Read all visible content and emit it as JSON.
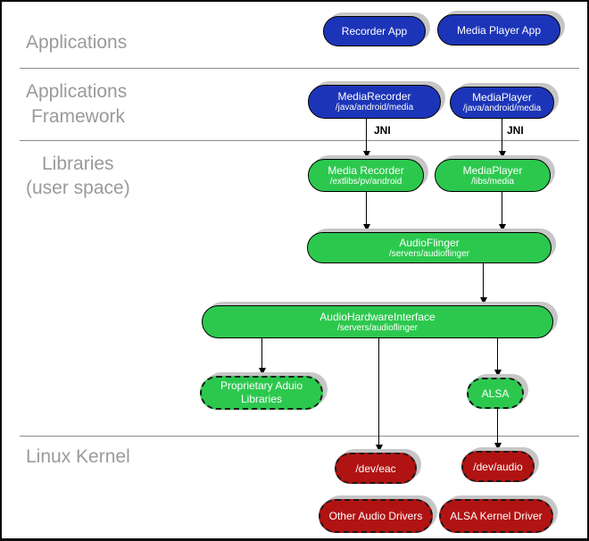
{
  "colors": {
    "blue": "#1c35b8",
    "green": "#2cc84e",
    "red": "#b11313",
    "shadow": "#c6c6c6",
    "label_gray": "#9a9a9a",
    "divider_gray": "#8c8c8c"
  },
  "layers": {
    "applications": {
      "line1": "Applications"
    },
    "framework": {
      "line1": "Applications",
      "line2": "Framework"
    },
    "libraries": {
      "line1": "Libraries",
      "line2": "(user space)"
    },
    "kernel": {
      "line1": "Linux Kernel"
    }
  },
  "nodes": {
    "recorder_app": {
      "title": "Recorder App"
    },
    "media_player_app": {
      "title": "Media Player App"
    },
    "media_recorder_fw": {
      "title": "MediaRecorder",
      "subtitle": "/java/android/media"
    },
    "media_player_fw": {
      "title": "MediaPlayer",
      "subtitle": "/java/android/media"
    },
    "media_recorder_lib": {
      "title": "Media Recorder",
      "subtitle": "/extlibs/pv/android"
    },
    "media_player_lib": {
      "title": "MediaPlayer",
      "subtitle": "/libs/media"
    },
    "audioflinger": {
      "title": "AudioFlinger",
      "subtitle": "/servers/audioflinger"
    },
    "audio_hardware_interface": {
      "title": "AudioHardwareInterface",
      "subtitle": "/servers/audioflinger"
    },
    "proprietary_audio_libraries": {
      "title": "Proprietary Aduio Libraries"
    },
    "alsa": {
      "title": "ALSA"
    },
    "dev_eac": {
      "title": "/dev/eac"
    },
    "dev_audio": {
      "title": "/dev/audio"
    },
    "other_audio_drivers": {
      "title": "Other Audio Drivers"
    },
    "alsa_kernel_driver": {
      "title": "ALSA Kernel Driver"
    }
  },
  "edge_labels": {
    "jni_left": "JNI",
    "jni_right": "JNI"
  }
}
